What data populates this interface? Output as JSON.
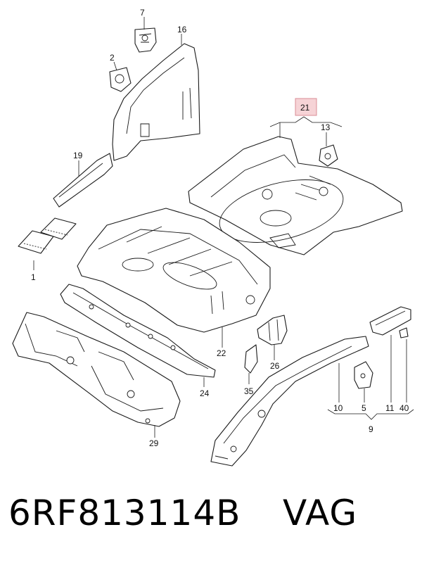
{
  "callouts": {
    "c1": "1",
    "c2": "2",
    "c5": "5",
    "c7": "7",
    "c9": "9",
    "c10": "10",
    "c11": "11",
    "c13": "13",
    "c16": "16",
    "c19": "19",
    "c21": "21",
    "c22": "22",
    "c24": "24",
    "c26": "26",
    "c29": "29",
    "c35": "35",
    "c40": "40"
  },
  "highlight_color": "#f6d3d6",
  "footer": {
    "part_number": "6RF813114B",
    "brand": "VAG"
  }
}
